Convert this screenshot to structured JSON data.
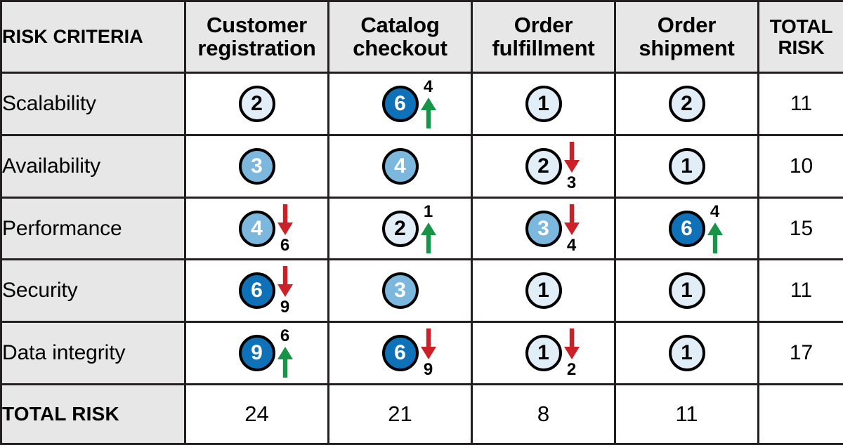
{
  "table": {
    "criteria_header": "RISK CRITERIA",
    "total_header_line1": "TOTAL",
    "total_header_line2": "RISK",
    "total_row_label": "TOTAL RISK",
    "columns": [
      {
        "line1": "Customer",
        "line2": "registration"
      },
      {
        "line1": "Catalog",
        "line2": "checkout"
      },
      {
        "line1": "Order",
        "line2": "fulfillment"
      },
      {
        "line1": "Order",
        "line2": "shipment"
      }
    ],
    "rows": [
      {
        "label": "Scalability",
        "total": "11",
        "cells": [
          {
            "value": "2",
            "level": "low",
            "trend": null
          },
          {
            "value": "6",
            "level": "high",
            "trend": {
              "dir": "up",
              "value": "4"
            }
          },
          {
            "value": "1",
            "level": "low",
            "trend": null
          },
          {
            "value": "2",
            "level": "low",
            "trend": null
          }
        ]
      },
      {
        "label": "Availability",
        "total": "10",
        "cells": [
          {
            "value": "3",
            "level": "mid",
            "trend": null
          },
          {
            "value": "4",
            "level": "mid",
            "trend": null
          },
          {
            "value": "2",
            "level": "low",
            "trend": {
              "dir": "down",
              "value": "3"
            }
          },
          {
            "value": "1",
            "level": "low",
            "trend": null
          }
        ]
      },
      {
        "label": "Performance",
        "total": "15",
        "cells": [
          {
            "value": "4",
            "level": "mid",
            "trend": {
              "dir": "down",
              "value": "6"
            }
          },
          {
            "value": "2",
            "level": "low",
            "trend": {
              "dir": "up",
              "value": "1"
            }
          },
          {
            "value": "3",
            "level": "mid",
            "trend": {
              "dir": "down",
              "value": "4"
            }
          },
          {
            "value": "6",
            "level": "high",
            "trend": {
              "dir": "up",
              "value": "4"
            }
          }
        ]
      },
      {
        "label": "Security",
        "total": "11",
        "cells": [
          {
            "value": "6",
            "level": "high",
            "trend": {
              "dir": "down",
              "value": "9"
            }
          },
          {
            "value": "3",
            "level": "mid",
            "trend": null
          },
          {
            "value": "1",
            "level": "low",
            "trend": null
          },
          {
            "value": "1",
            "level": "low",
            "trend": null
          }
        ]
      },
      {
        "label": "Data integrity",
        "total": "17",
        "cells": [
          {
            "value": "9",
            "level": "high",
            "trend": {
              "dir": "up",
              "value": "6"
            }
          },
          {
            "value": "6",
            "level": "high",
            "trend": {
              "dir": "down",
              "value": "9"
            }
          },
          {
            "value": "1",
            "level": "low",
            "trend": {
              "dir": "down",
              "value": "2"
            }
          },
          {
            "value": "1",
            "level": "low",
            "trend": null
          }
        ]
      }
    ],
    "column_totals": [
      "24",
      "21",
      "8",
      "11"
    ],
    "grand_total": ""
  },
  "colors": {
    "header_background": "#e7e7e7",
    "grid_line": "#231f20",
    "circle_low": "#e2eef7",
    "circle_mid": "#7cb7dd",
    "circle_high": "#0f72b8",
    "arrow_up": "#179447",
    "arrow_down": "#cc2028"
  }
}
